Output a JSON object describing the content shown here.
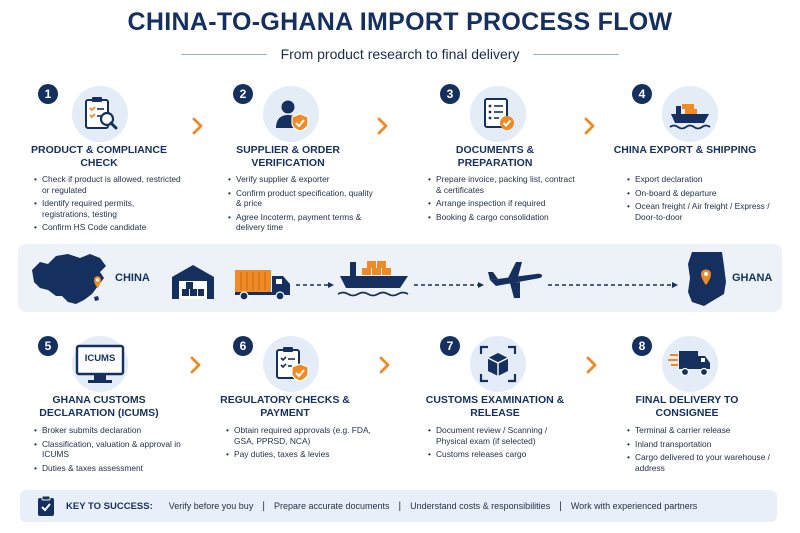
{
  "header": {
    "title": "CHINA-TO-GHANA IMPORT PROCESS FLOW",
    "subtitle": "From product research to final delivery"
  },
  "steps": [
    {
      "number": "1",
      "title": "PRODUCT & COMPLIANCE CHECK",
      "icon": "clipboard-search-icon",
      "bullets": [
        "Check if product is allowed, restricted or regulated",
        "Identify required permits, registrations, testing",
        "Confirm HS Code candidate"
      ]
    },
    {
      "number": "2",
      "title": "SUPPLIER & ORDER VERIFICATION",
      "icon": "user-shield-icon",
      "bullets": [
        "Verify supplier & exporter",
        "Confirm product specification, quality & price",
        "Agree Incoterm, payment terms & delivery time"
      ]
    },
    {
      "number": "3",
      "title": "DOCUMENTS & PREPARATION",
      "icon": "document-check-icon",
      "bullets": [
        "Prepare invoice, packing list, contract & certificates",
        "Arrange inspection if required",
        "Booking & cargo consolidation"
      ]
    },
    {
      "number": "4",
      "title": "CHINA EXPORT & SHIPPING",
      "icon": "ship-icon",
      "bullets": [
        "Export declaration",
        "On-board & departure",
        "Ocean freight / Air freight / Express / Door-to-door"
      ]
    },
    {
      "number": "5",
      "title": "GHANA CUSTOMS DECLARATION (ICUMS)",
      "icon": "monitor-icumS-icon",
      "screen_text": "ICUMS",
      "bullets": [
        "Broker submits declaration",
        "Classification, valuation & approval in ICUMS",
        "Duties & taxes assessment"
      ]
    },
    {
      "number": "6",
      "title": "REGULATORY CHECKS & PAYMENT",
      "icon": "clipboard-shield-icon",
      "bullets": [
        "Obtain required approvals (e.g. FDA, GSA, PPRSD, NCA)",
        "Pay duties, taxes & levies"
      ]
    },
    {
      "number": "7",
      "title": "CUSTOMS EXAMINATION & RELEASE",
      "icon": "box-scan-icon",
      "bullets": [
        "Document review / Scanning / Physical exam (if selected)",
        "Customs releases cargo"
      ]
    },
    {
      "number": "8",
      "title": "FINAL DELIVERY TO CONSIGNEE",
      "icon": "delivery-truck-icon",
      "bullets": [
        "Terminal & carrier release",
        "Inland transportation",
        "Cargo delivered to your warehouse / address"
      ]
    }
  ],
  "route": {
    "origin": "CHINA",
    "destination": "GHANA",
    "icons": [
      "china-map-icon",
      "warehouse-icon",
      "truck-icon",
      "cargo-ship-icon",
      "airplane-icon",
      "ghana-map-icon"
    ]
  },
  "key": {
    "label": "KEY TO SUCCESS:",
    "items": [
      "Verify before you buy",
      "Prepare accurate documents",
      "Understand costs & responsibilities",
      "Work with experienced partners"
    ],
    "separator": "|"
  },
  "colors": {
    "navy": "#15305f",
    "orange": "#f08a24",
    "light_blue": "#e4ecf7"
  }
}
